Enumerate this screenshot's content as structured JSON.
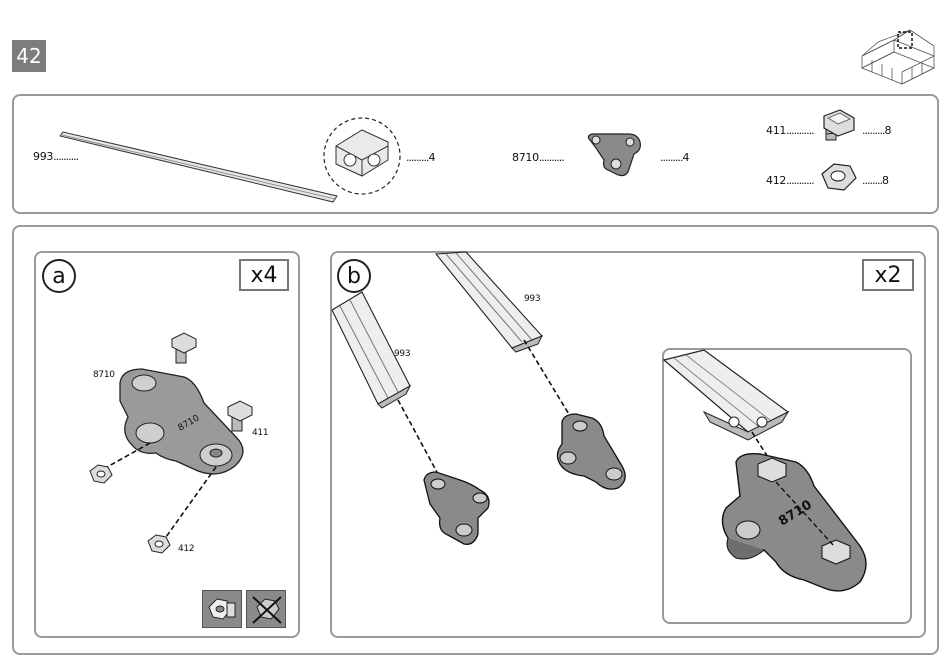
{
  "page": {
    "step_number": "42"
  },
  "parts": {
    "profile": {
      "code": "993",
      "qty": "4"
    },
    "bracket": {
      "code": "8710",
      "qty": "4"
    },
    "bolt": {
      "code": "411",
      "qty": "8"
    },
    "nut": {
      "code": "412",
      "qty": "8"
    }
  },
  "step_a": {
    "letter": "a",
    "multiplier": "x4",
    "labels": {
      "bracket": "8710",
      "bolt": "411",
      "nut": "412"
    },
    "icons": [
      "correct-bolt-nut-icon",
      "incorrect-crossed-icon"
    ]
  },
  "step_b": {
    "letter": "b",
    "multiplier": "x2",
    "labels": {
      "profile_left": "993",
      "profile_right": "993"
    }
  }
}
